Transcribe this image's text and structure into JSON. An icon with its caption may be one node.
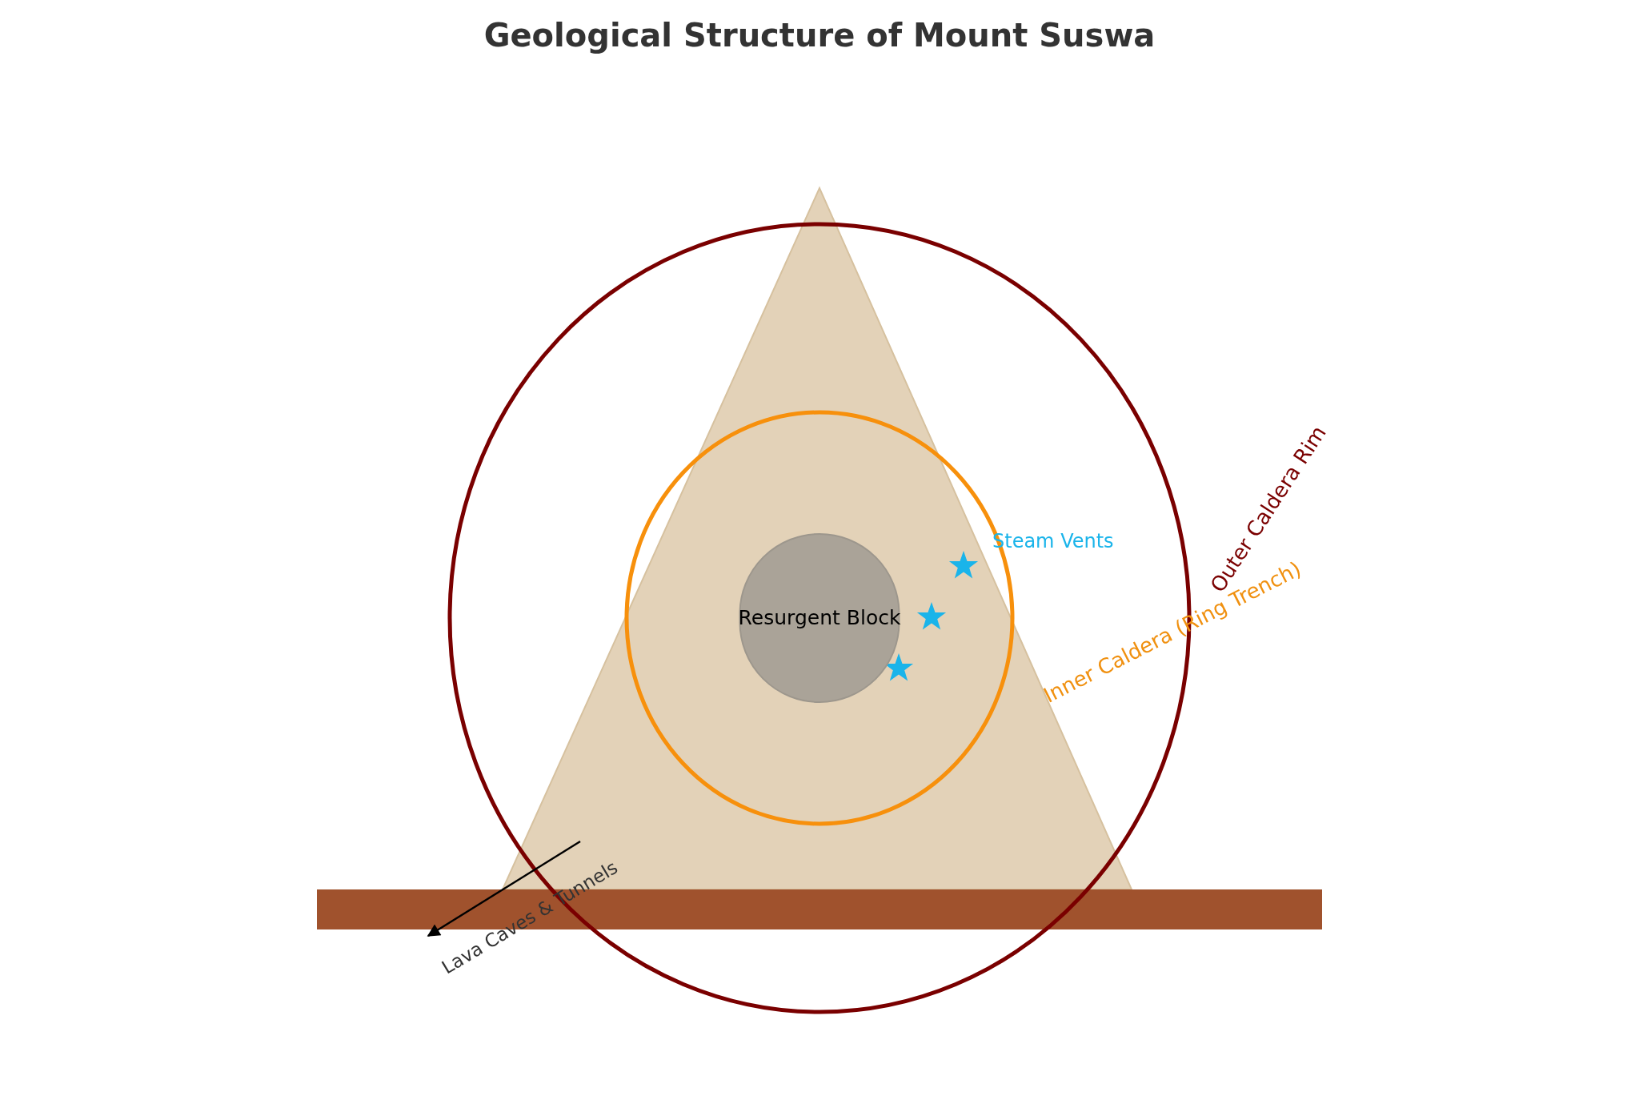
{
  "diagram": {
    "title": "Geological Structure of Mount Suswa",
    "nodes": [
      {
        "text": [
          "Resurgent Block"
        ]
      },
      {
        "text": [
          "Lava Caves & Tunnels"
        ]
      }
    ],
    "edges": [
      {
        "from": null,
        "to": 1,
        "arrow": "to"
      }
    ],
    "labels": [
      "Steam Vents",
      "Outer Caldera Rim",
      "Inner Caldera (Ring Trench)"
    ]
  }
}
